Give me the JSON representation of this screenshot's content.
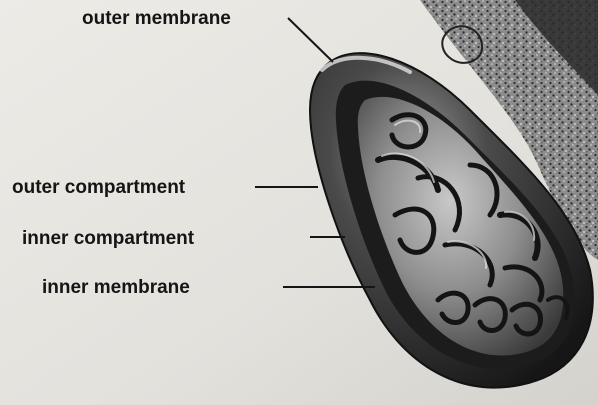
{
  "diagram": {
    "subject": "mitochondrion cross-section",
    "labels": {
      "outer_membrane": "outer membrane",
      "outer_compartment": "outer compartment",
      "inner_compartment": "inner compartment",
      "inner_membrane": "inner membrane"
    },
    "colors": {
      "paper": "#e4e2dd",
      "ink": "#151515",
      "cytoplasm_dark": "#2a2a2a",
      "membrane_dark": "#1c1c1c",
      "matrix_mid": "#8a8a8a"
    }
  }
}
